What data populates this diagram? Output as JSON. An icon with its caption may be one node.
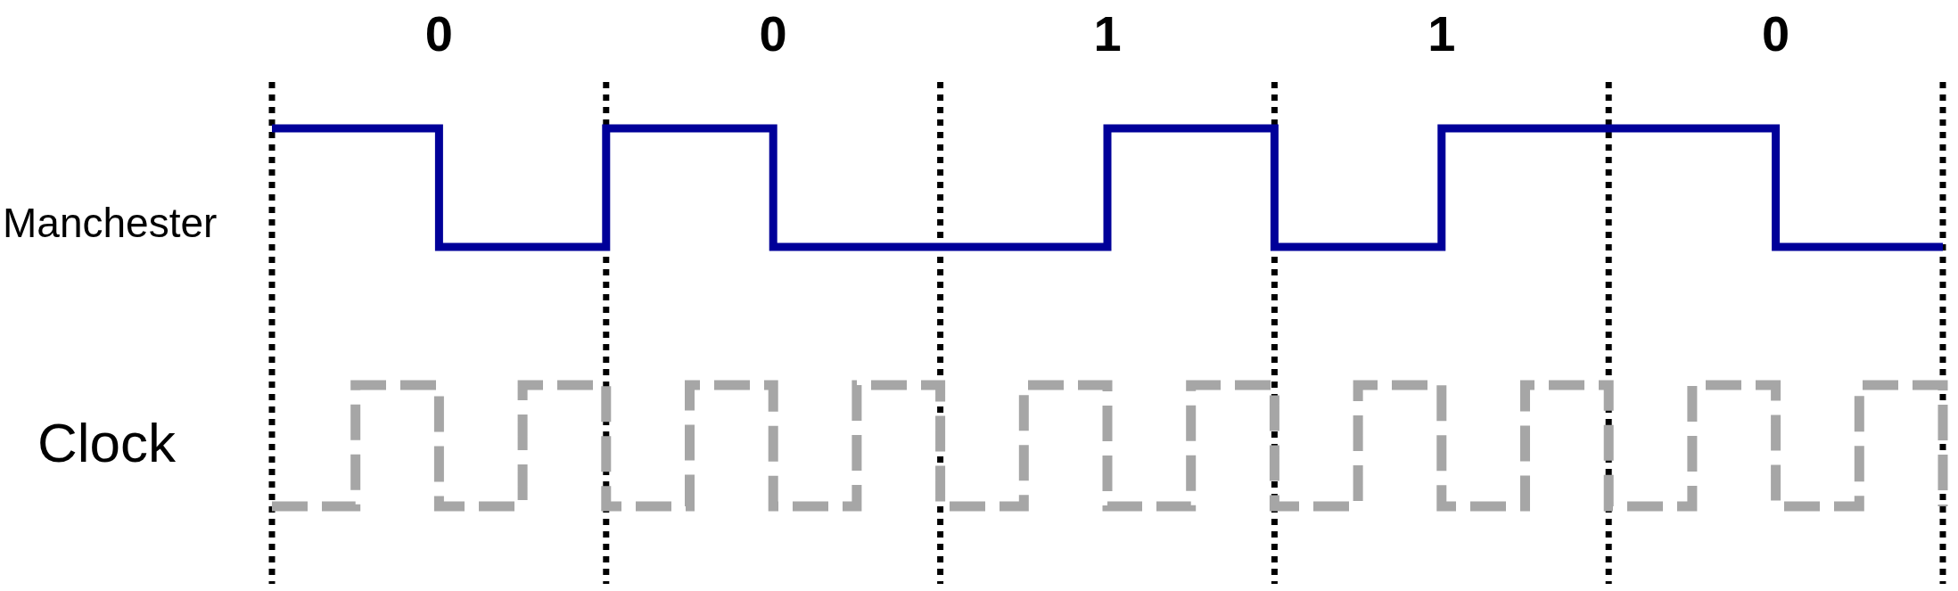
{
  "diagram": {
    "labels": [
      "0",
      "0",
      "1",
      "1",
      "0",
      "Manchester",
      "Clock"
    ]
  }
}
